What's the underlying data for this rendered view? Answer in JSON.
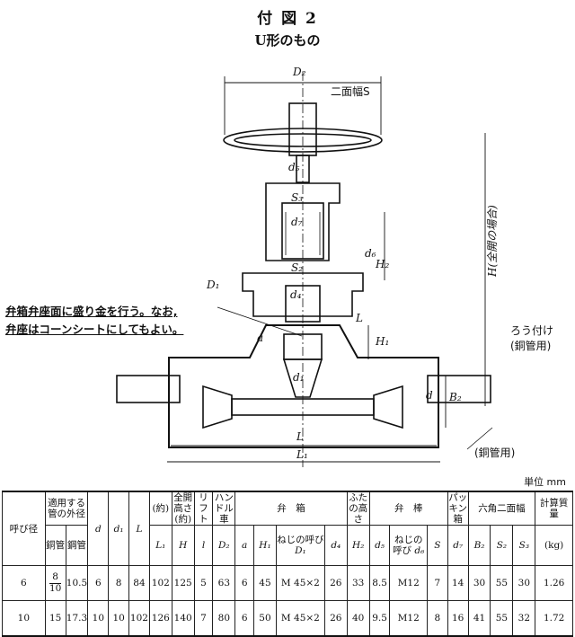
{
  "figure": {
    "title": "付 図 2",
    "subtitle": "U形のもの"
  },
  "labels": {
    "D2": "D₂",
    "nifukuS": "二面幅S",
    "d5": "d₅",
    "S3": "S₃",
    "d7": "d₇",
    "d6": "d₆",
    "H2": "H₂",
    "S2": "S₂",
    "D1": "D₁",
    "d4": "d₄",
    "L_small": "L",
    "a": "a",
    "H1": "H₁",
    "d1": "d₁",
    "d": "d",
    "B2": "B₂",
    "L": "L",
    "L1": "L₁",
    "H": "H(全開の場合)",
    "rouzuke": "ろう付け",
    "dokan1": "(銅管用)",
    "dokan2": "(銅管用)"
  },
  "note": {
    "line1": "弁箱弁座面に盛り金を行う。なお,",
    "line2": "弁座はコーンシートにしてもよい。"
  },
  "unit": "単位 mm",
  "table": {
    "headers": {
      "yobikei": "呼び径",
      "tekiyo": "適用する管の外径",
      "douKan": "銅管",
      "kouKan": "鋼管",
      "d": "d",
      "d1": "d₁",
      "L": "L",
      "yaku": "(約)",
      "L1": "L₁",
      "zenkai": "全開高さ(約)",
      "H": "H",
      "lift": "リフト",
      "l": "l",
      "handle": "ハンドル車",
      "D2": "D₂",
      "benbako": "弁　箱",
      "a": "a",
      "H1": "H₁",
      "nejiYobi": "ねじの呼び",
      "D1": "D₁",
      "d4": "d₄",
      "futa": "ふたの高さ",
      "H2": "H₂",
      "benbou": "弁　棒",
      "d5": "d₅",
      "nejiYobi2": "ねじの呼び",
      "d6": "d₆",
      "S": "S",
      "packing": "パッキン箱",
      "d7": "d₇",
      "rokkaku": "六角二面幅",
      "B2": "B₂",
      "S2": "S₂",
      "S3": "S₃",
      "keisan": "計算質量",
      "kg": "(kg)"
    },
    "rows": [
      {
        "yobi": "6",
        "dou_top": "8",
        "dou_bot": "10",
        "kou": "10.5",
        "d": "6",
        "d1": "8",
        "L": "84",
        "L1": "102",
        "H": "125",
        "l": "5",
        "D2": "63",
        "a": "6",
        "H1": "45",
        "D1": "M 45×2",
        "d4": "26",
        "H2": "33",
        "d5": "8.5",
        "d6": "M12",
        "S": "7",
        "d7": "14",
        "B2": "30",
        "S2": "55",
        "S3": "30",
        "kg": "1.26"
      },
      {
        "yobi": "10",
        "dou_top": "15",
        "dou_bot": "",
        "kou": "17.3",
        "d": "10",
        "d1": "10",
        "L": "102",
        "L1": "126",
        "H": "140",
        "l": "7",
        "D2": "80",
        "a": "6",
        "H1": "50",
        "D1": "M 45×2",
        "d4": "26",
        "H2": "40",
        "d5": "9.5",
        "d6": "M12",
        "S": "8",
        "d7": "16",
        "B2": "41",
        "S2": "55",
        "S3": "32",
        "kg": "1.72"
      }
    ]
  }
}
